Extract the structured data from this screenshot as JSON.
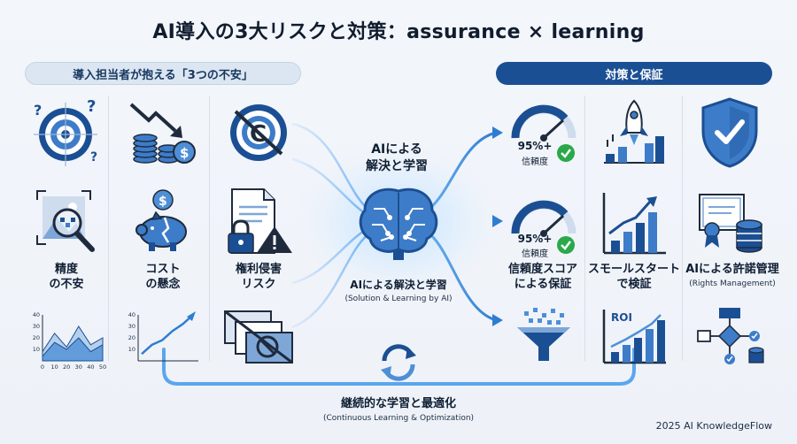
{
  "title": "AI導入の3大リスクと対策：assurance × learning",
  "left_header": "導入担当者が抱える「3つの不安」",
  "right_header": "対策と保証",
  "risks": [
    {
      "label_l1": "精度",
      "label_l2": "の不安"
    },
    {
      "label_l1": "コスト",
      "label_l2": "の懸念"
    },
    {
      "label_l1": "権利侵害",
      "label_l2": "リスク"
    }
  ],
  "center": {
    "title_l1": "AIによる",
    "title_l2": "解決と学習",
    "sub": "AIによる解決と学習",
    "sub_en": "(Solution & Learning by AI)"
  },
  "solutions": [
    {
      "label_l1": "信頼度スコア",
      "label_l2": "による保証"
    },
    {
      "label_l1": "スモールスタート",
      "label_l2": "で検証"
    },
    {
      "label_l1": "AIによる許諾管理",
      "label_l2": "(Rights Management)"
    }
  ],
  "confidence": {
    "value": "95%+",
    "caption": "信頼度"
  },
  "roi_label": "ROI",
  "bottom": {
    "label": "継続的な学習と最適化",
    "label_en": "(Continuous Learning & Optimization)"
  },
  "footer": "2025 AI KnowledgeFlow",
  "chart_data": [
    {
      "type": "area",
      "x": [
        0,
        10,
        20,
        30,
        40,
        50
      ],
      "series": [
        {
          "values": [
            8,
            24,
            12,
            30,
            14,
            20
          ]
        },
        {
          "values": [
            4,
            16,
            10,
            20,
            8,
            14
          ]
        }
      ],
      "x_ticks": [
        "0",
        "10",
        "20",
        "30",
        "40",
        "50"
      ],
      "y_ticks": [
        "10",
        "20",
        "30",
        "40"
      ],
      "ylim": [
        0,
        40
      ]
    },
    {
      "type": "line",
      "y_ticks": [
        "10",
        "20",
        "30",
        "40"
      ],
      "ylim": [
        0,
        40
      ],
      "values": [
        6,
        14,
        18,
        26,
        32,
        40
      ]
    }
  ],
  "colors": {
    "accent": "#1b4f93",
    "accent_light": "#4e8fd6",
    "check": "#2aa84a",
    "warning": "#1f2b3d"
  },
  "icons": [
    "target-icon",
    "falling-coins-icon",
    "copyright-icon",
    "magnify-image-icon",
    "piggy-bank-icon",
    "locked-document-icon",
    "brain-icon",
    "gauge-icon",
    "rocket-growth-icon",
    "shield-check-icon",
    "growth-chart-icon",
    "certificate-database-icon",
    "funnel-icon",
    "roi-chart-icon",
    "flowchart-icon",
    "cycle-icon"
  ]
}
